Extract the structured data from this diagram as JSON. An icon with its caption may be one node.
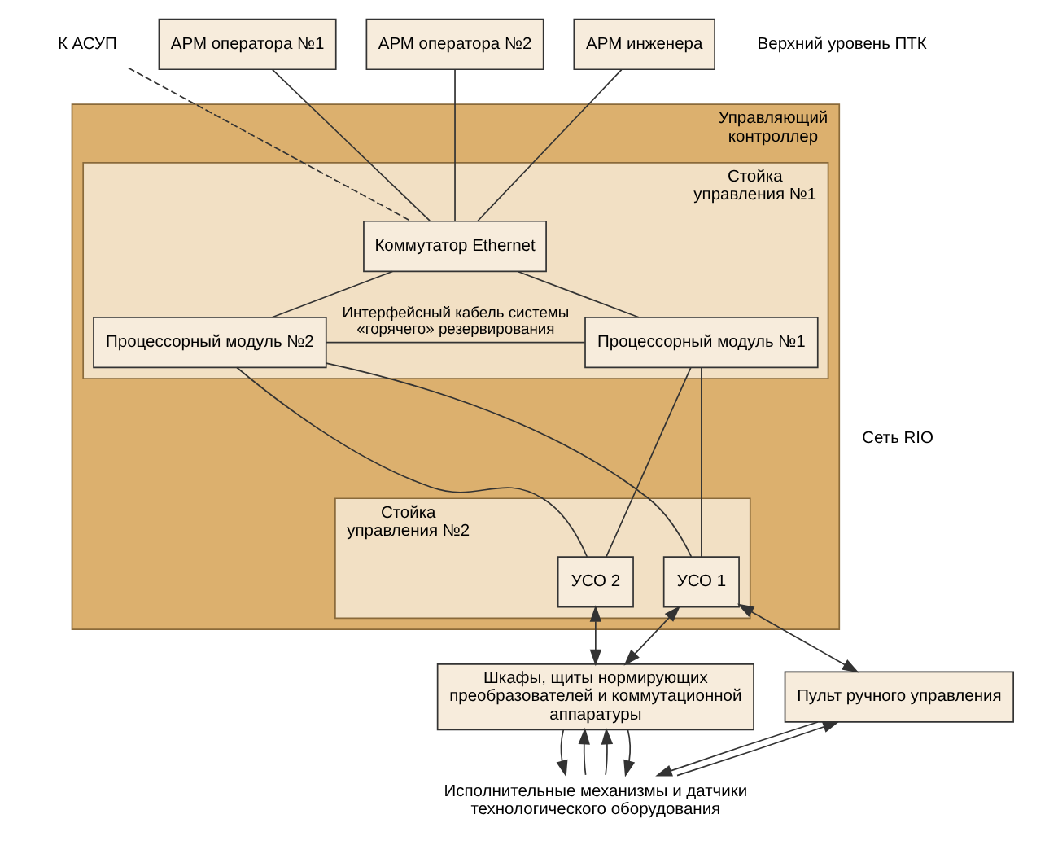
{
  "diagram": {
    "nodes": [
      {
        "text": [
          "К АСУП"
        ]
      },
      {
        "text": [
          "АРМ оператора №1"
        ]
      },
      {
        "text": [
          "АРМ оператора №2"
        ]
      },
      {
        "text": [
          "АРМ инженера"
        ]
      },
      {
        "text": [
          "Управляющий контроллер"
        ]
      },
      {
        "text": [
          "Стойка управления №1"
        ],
        "in": 4
      },
      {
        "text": [
          "Коммутатор Ethernet"
        ],
        "in": 5
      },
      {
        "text": [
          "Процессорный модуль №1"
        ],
        "in": 5
      },
      {
        "text": [
          "Процессорный модуль №2"
        ],
        "in": 5
      },
      {
        "text": [
          "Стойка управления №2"
        ],
        "in": 4
      },
      {
        "text": [
          "УСО 1"
        ],
        "in": 9
      },
      {
        "text": [
          "УСО 2"
        ],
        "in": 9
      },
      {
        "text": [
          "Пульт ручного управления"
        ]
      },
      {
        "text": [
          "Шкафы, щиты нормирующих преобразователей и коммутационной аппаратуры"
        ]
      },
      {
        "text": [
          "Исполнительные механизмы и датчики технологического оборудования"
        ]
      }
    ],
    "edges": [
      {
        "from": 0,
        "to": 6,
        "arrow": "none",
        "style": "dashed"
      },
      {
        "from": 1,
        "to": 6,
        "arrow": "none"
      },
      {
        "from": 2,
        "to": 6,
        "arrow": "none"
      },
      {
        "from": 3,
        "to": 6,
        "arrow": "none"
      },
      {
        "from": 6,
        "to": 7,
        "arrow": "none"
      },
      {
        "from": 6,
        "to": 8,
        "arrow": "none"
      },
      {
        "from": 7,
        "to": 8,
        "arrow": "none",
        "label": "Интерфейсный кабель системы «горячего» резервирования"
      },
      {
        "from": 7,
        "to": 10,
        "arrow": "none"
      },
      {
        "from": 7,
        "to": 11,
        "arrow": "none"
      },
      {
        "from": 8,
        "to": 10,
        "arrow": "none"
      },
      {
        "from": 8,
        "to": 11,
        "arrow": "none"
      },
      {
        "from": 10,
        "to": 12,
        "arrow": "both"
      },
      {
        "from": 10,
        "to": 13,
        "arrow": "both"
      },
      {
        "from": 11,
        "to": 13,
        "arrow": "both"
      },
      {
        "from": 14,
        "to": 12,
        "arrow": "to"
      },
      {
        "from": 12,
        "to": 14,
        "arrow": "to"
      },
      {
        "from": 14,
        "to": 13,
        "arrow": "to"
      },
      {
        "from": 13,
        "to": 14,
        "arrow": "to"
      },
      {
        "from": 14,
        "to": 13,
        "arrow": "to"
      },
      {
        "from": 13,
        "to": 14,
        "arrow": "to"
      }
    ],
    "labels": [
      "Верхний уровень ПТК",
      "Сеть RIO"
    ]
  }
}
